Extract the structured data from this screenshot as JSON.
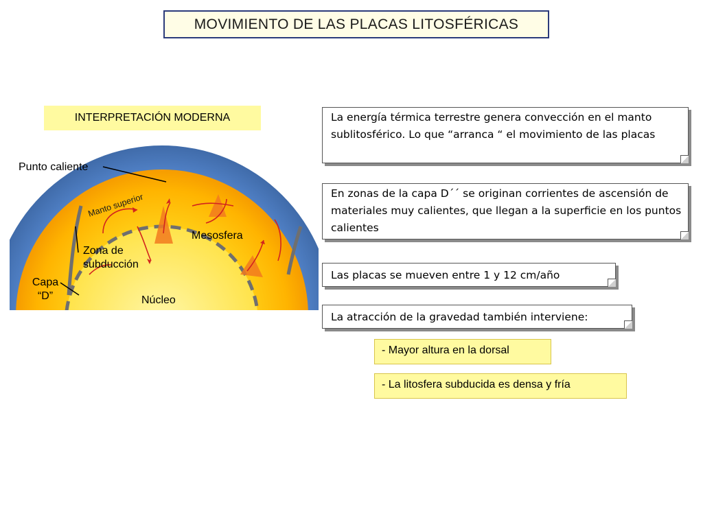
{
  "title": "MOVIMIENTO DE LAS PLACAS LITOSFÉRICAS",
  "subtitle": "INTERPRETACIÓN MODERNA",
  "diagram": {
    "labels": {
      "punto_caliente": "Punto caliente",
      "manto_superior": "Manto superior",
      "mesosfera": "Mesosfera",
      "zona_subduccion": "Zona de subducción",
      "capa_d": "Capa “D”",
      "nucleo": "Núcleo"
    }
  },
  "notes": [
    "La energía térmica terrestre genera convección en el manto sublitosférico. Lo que “arranca “ el movimiento de las placas",
    "En zonas de la capa D´´ se originan corrientes de ascensión de materiales muy calientes, que llegan a la superficie en los puntos calientes",
    "Las placas se mueven entre 1 y 12 cm/año",
    "La atracción de la gravedad también interviene:"
  ],
  "sub_items": [
    "- Mayor altura en la dorsal",
    "- La litosfera subducida es densa y fría"
  ]
}
